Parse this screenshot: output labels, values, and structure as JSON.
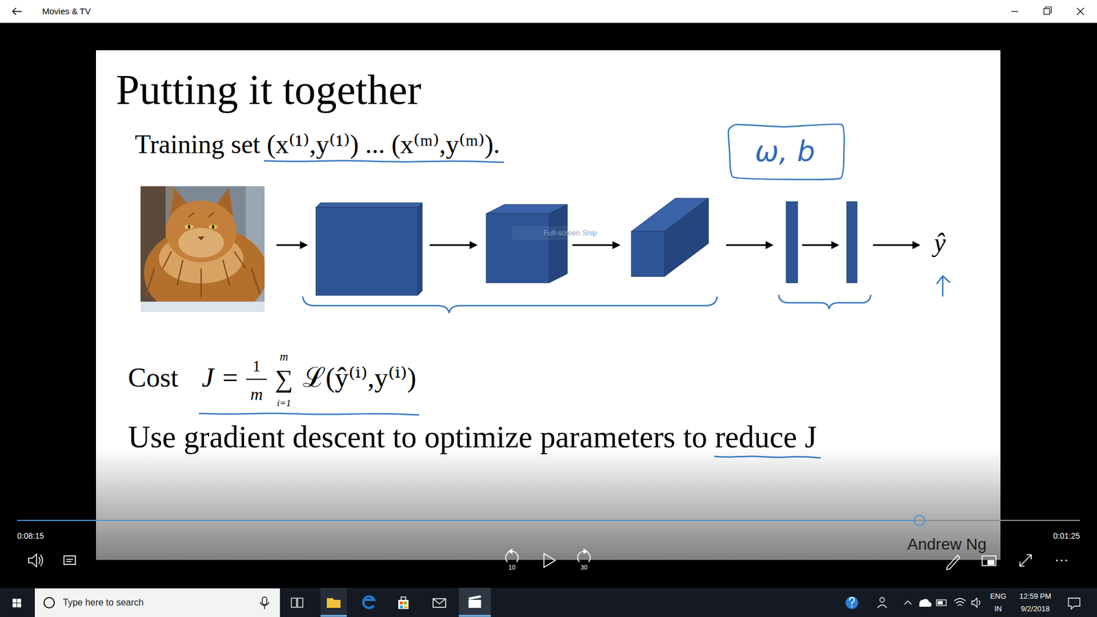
{
  "diagram": {
    "title": "Putting it together",
    "labels": [
      "Movies & TV",
      "Training set (x⁽¹⁾,y⁽¹⁾) ... (x⁽ᵐ⁾,y⁽ᵐ⁾).",
      "ω, b",
      "Full-screen Snip",
      "ŷ",
      "Cost",
      "J =",
      "1",
      "m",
      "m",
      "∑",
      "i=1",
      "ℒ(ŷ⁽ⁱ⁾,y⁽ⁱ⁾)",
      "Use gradient descent to optimize parameters to reduce J",
      "0:08:15",
      "0:01:25",
      "Andrew Ng",
      "10",
      "30",
      "Type here to search",
      "ENG",
      "IN",
      "12:59 PM",
      "9/2/2018"
    ]
  }
}
